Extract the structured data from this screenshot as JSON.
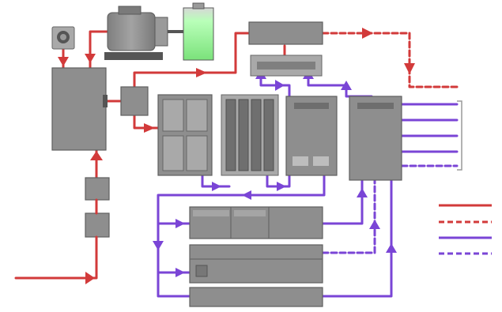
{
  "colors": {
    "power": "#d23a3a",
    "signal": "#7a45d6",
    "tank": "#8ff08f",
    "equipment": "#8e8e8e",
    "equipment_dark": "#6f6f6f",
    "equipment_light": "#b3b3b3"
  },
  "icons": {
    "motor": "electric-motor-icon",
    "tank": "coolant-tank-icon",
    "gauge": "gauge-icon"
  },
  "legend": [
    {
      "style": "solid",
      "color": "#d23a3a"
    },
    {
      "style": "dashed",
      "color": "#d23a3a"
    },
    {
      "style": "solid",
      "color": "#7a45d6"
    },
    {
      "style": "dashed",
      "color": "#7a45d6"
    }
  ]
}
